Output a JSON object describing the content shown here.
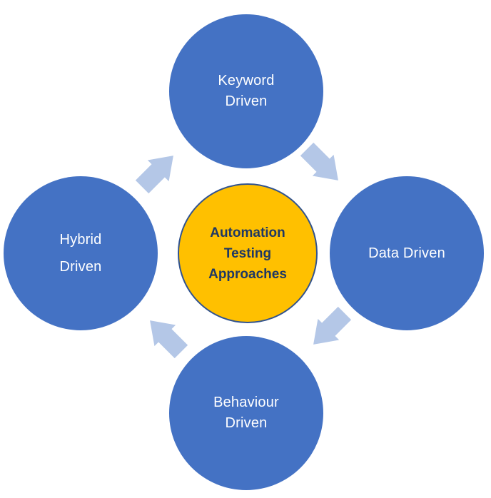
{
  "diagram": {
    "type": "cycle",
    "center": {
      "label": "Automation Testing Approaches",
      "lines": [
        "Automation",
        "Testing",
        "Approaches"
      ]
    },
    "nodes": {
      "top": {
        "label": "Keyword Driven",
        "lines": [
          "Keyword",
          "Driven"
        ]
      },
      "right": {
        "label": "Data Driven",
        "lines": [
          "Data Driven"
        ]
      },
      "bottom": {
        "label": "Behaviour Driven",
        "lines": [
          "Behaviour",
          "Driven"
        ]
      },
      "left": {
        "label": "Hybrid Driven",
        "lines": [
          "Hybrid",
          "Driven"
        ]
      }
    },
    "flow_clockwise": [
      "Keyword Driven",
      "Data Driven",
      "Behaviour Driven",
      "Hybrid Driven"
    ],
    "arrows": [
      {
        "name": "hybrid-to-keyword",
        "direction": "northeast"
      },
      {
        "name": "keyword-to-data",
        "direction": "southeast"
      },
      {
        "name": "data-to-behaviour",
        "direction": "southwest"
      },
      {
        "name": "behaviour-to-hybrid",
        "direction": "northwest"
      }
    ],
    "colors": {
      "node_fill": "#4472C4",
      "node_text": "#FFFFFF",
      "center_fill": "#FFC000",
      "center_border": "#31538F",
      "center_text": "#1F3864",
      "arrow_fill": "#B4C7E7",
      "background": "#FFFFFF"
    }
  }
}
